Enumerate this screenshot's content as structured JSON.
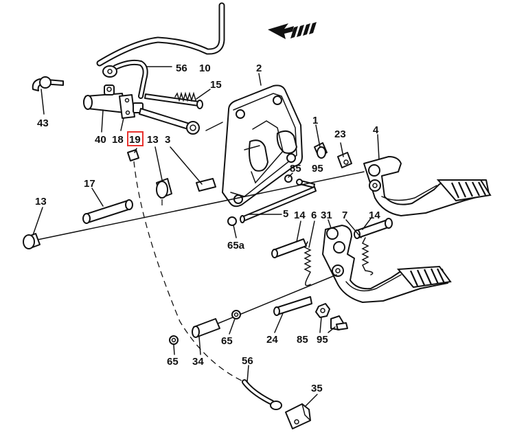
{
  "labels": {
    "l10": "10",
    "l56_top": "56",
    "l2": "2",
    "l15": "15",
    "l43": "43",
    "l40": "40",
    "l18": "18",
    "l19": "19",
    "l13_a": "13",
    "l3": "3",
    "l1": "1",
    "l23": "23",
    "l4": "4",
    "l85_top": "85",
    "l95_top": "95",
    "l17": "17",
    "l13_b": "13",
    "l5": "5",
    "l14_a": "14",
    "l6": "6",
    "l31": "31",
    "l7": "7",
    "l14_b": "14",
    "l65a": "65a",
    "l24": "24",
    "l85_bot": "85",
    "l95_bot": "95",
    "l65_a": "65",
    "l65_b": "65",
    "l34": "34",
    "l56_bot": "56",
    "l35": "35"
  },
  "highlight": {
    "part": "19",
    "color": "#e8322e"
  },
  "colors": {
    "line": "#111111",
    "background": "#ffffff"
  }
}
